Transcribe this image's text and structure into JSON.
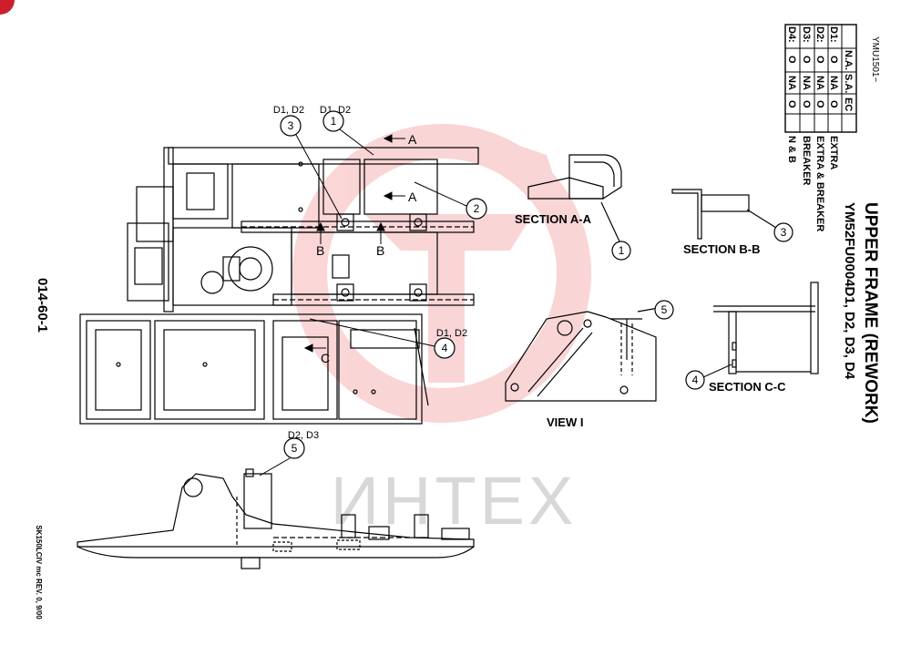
{
  "title": {
    "main": "UPPER FRAME (REWORK)",
    "model": "YM52FU0004D1, D2, D3, D4",
    "serial": "YMU1501~"
  },
  "page_number": "014-60-1",
  "footer_note": "SK150LCIV mc REV. 0, 9/00",
  "applicability_table": {
    "headers": [
      "",
      "N.A.",
      "S.A.",
      "EC",
      ""
    ],
    "rows": [
      {
        "code": "D1:",
        "na": "O",
        "sa": "NA",
        "ec": "O",
        "desc": "EXTRA"
      },
      {
        "code": "D2:",
        "na": "O",
        "sa": "NA",
        "ec": "O",
        "desc": "EXTRA & BREAKER"
      },
      {
        "code": "D3:",
        "na": "O",
        "sa": "NA",
        "ec": "O",
        "desc": "BREAKER"
      },
      {
        "code": "D4:",
        "na": "O",
        "sa": "NA",
        "ec": "O",
        "desc": "N & B"
      }
    ]
  },
  "views": {
    "section_aa": "SECTION A-A",
    "section_bb": "SECTION B-B",
    "section_cc": "SECTION C-C",
    "view_i": "VIEW I"
  },
  "callouts": [
    {
      "num": "1",
      "note": "D1, D2"
    },
    {
      "num": "2",
      "note": ""
    },
    {
      "num": "3",
      "note": "D1, D2"
    },
    {
      "num": "4",
      "note": "D1, D2"
    },
    {
      "num": "5",
      "note": "D2, D3"
    }
  ],
  "section_markers": {
    "a": "A",
    "b": "B",
    "c": "C"
  },
  "watermark": "ИНТЕХ",
  "colors": {
    "line": "#000000",
    "watermark": "#e8444a",
    "watermark_text": "#d8d8d8"
  }
}
